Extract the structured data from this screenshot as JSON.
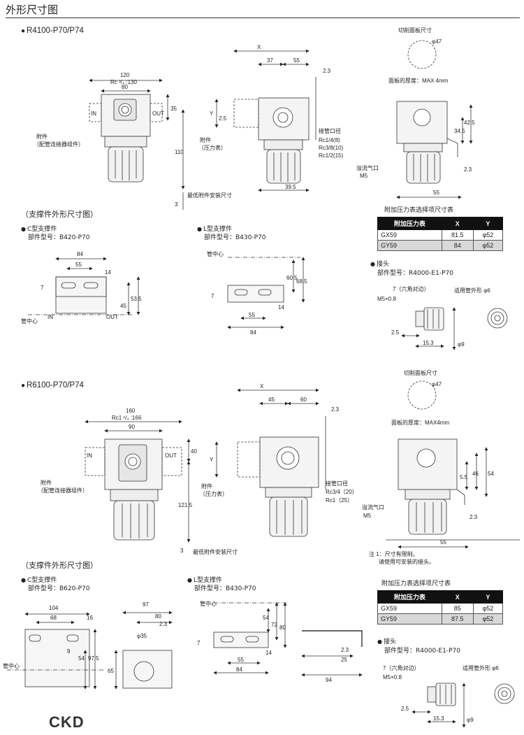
{
  "page_title": "外形尺寸图",
  "logo": "CKD",
  "sec1": {
    "model": "R4100-P70/P74",
    "dims": {
      "w120": "120",
      "rc130": "Rc ³/₄ :130",
      "w80": "80",
      "h35": "35",
      "h110": "110",
      "h3": "3",
      "x": "X",
      "w37": "37",
      "w55": "55",
      "d23": "2.3",
      "y": "Y",
      "h25": "2.5",
      "w395": "39.5",
      "h345": "34.5",
      "h425": "42.5",
      "d23b": "2.3",
      "w55b": "55",
      "in": "IN",
      "out": "OUT"
    },
    "labels": {
      "accessory": "附件",
      "accessory_sub": "（配管连接器组件）",
      "accessory2": "附件",
      "accessory2_sub": "（压力表）",
      "port_title": "接管口径",
      "port1": "Rc1/4(8)",
      "port2": "Rc3/8(10)",
      "port3": "Rc1/2(15)",
      "panel_cut": "切削面板尺寸",
      "phi47": "φ47",
      "panel_thick": "面板的厚度：MAX 4mm",
      "exhaust": "溢流气口",
      "m5": "M5",
      "vert_note": "最低附件安装尺寸"
    },
    "support_title": "（支撑件外形尺寸图）",
    "c_bracket": {
      "name": "C型支撑件",
      "part": "部件型号：B420-P70",
      "d84": "84",
      "d55": "55",
      "d14": "14",
      "d7": "7",
      "d45": "45",
      "d535": "53.5",
      "pipe_center": "管中心",
      "in": "IN",
      "out": "OUT"
    },
    "l_bracket": {
      "name": "L型支撑件",
      "part": "部件型号：B430-P70",
      "pipe_center": "管中心",
      "d605": "60.5",
      "d685": "68.5",
      "d14": "14",
      "d7": "7",
      "d55": "55",
      "d84": "84"
    },
    "option_table": {
      "title": "附加压力表选择项尺寸表",
      "headers": [
        "附加压力表",
        "X",
        "Y"
      ],
      "rows": [
        [
          "GX59",
          "81.5",
          "φ52"
        ],
        [
          "GY59",
          "84",
          "φ52"
        ]
      ]
    },
    "fitting": {
      "name": "接头",
      "part": "部件型号：R4000-E1-P70",
      "hex": "7（六角对边）",
      "m5": "M5×0.8",
      "tube": "适用管外形 φ6",
      "d25": "2.5",
      "d153": "15.3",
      "d9": "φ9"
    }
  },
  "sec2": {
    "model": "R6100-P70/P74",
    "dims": {
      "w160": "160",
      "rc166": "Rc1 ¹/₄ :166",
      "w90": "90",
      "h40": "40",
      "h1215": "121.5",
      "h3": "3",
      "x": "X",
      "w45": "45",
      "w60": "60",
      "d23": "2.3",
      "y": "Y",
      "h55": "5.5",
      "h46": "46",
      "h54": "54",
      "d23b": "2.3",
      "w55b": "55",
      "in": "IN",
      "out": "OUT"
    },
    "labels": {
      "accessory": "附件",
      "accessory_sub": "（配管连接器组件）",
      "accessory2": "附件",
      "accessory2_sub": "（压力表）",
      "port_title": "接管口径",
      "port1": "Rc3/4（20）",
      "port2": "Rc1（25）",
      "panel_cut": "切削面板尺寸",
      "phi47": "φ47",
      "panel_thick": "面板的厚度：MAX4mm",
      "exhaust": "溢流气口",
      "m5": "M5",
      "vert_note": "最低附件安装尺寸",
      "note1": "注 1：尺寸有限制。",
      "note2": "请使用可安装的接头。"
    },
    "support_title": "（支撑件外形尺寸图）",
    "c_bracket": {
      "name": "C型支撑件",
      "part": "部件型号：B620-P70",
      "d104": "104",
      "d68": "68",
      "d16": "16",
      "d9": "9",
      "d54": "54",
      "d975": "97.5",
      "d97": "97",
      "d80": "80",
      "d23": "2.3",
      "phi35": "φ35",
      "d65": "65",
      "pipe_center": "管中心"
    },
    "l_bracket": {
      "name": "L型支撑件",
      "part": "部件型号：B430-P70",
      "pipe_center": "管中心",
      "d54": "54",
      "d72": "72",
      "d80": "80",
      "d7": "7",
      "d14": "14",
      "d55": "55",
      "d84": "84",
      "d23": "2.3",
      "d25": "25",
      "d94": "94"
    },
    "option_table": {
      "title": "附加压力表选择项尺寸表",
      "headers": [
        "附加压力表",
        "X",
        "Y"
      ],
      "rows": [
        [
          "GX59",
          "85",
          "φ52"
        ],
        [
          "GY59",
          "87.5",
          "φ52"
        ]
      ]
    },
    "fitting": {
      "name": "接头",
      "part": "部件型号：R4000-E1-P70",
      "hex": "7（六角对边）",
      "m5": "M5×0.8",
      "tube": "适用管外形 φ6",
      "d25": "2.5",
      "d153": "15.3",
      "d9": "φ9"
    }
  }
}
